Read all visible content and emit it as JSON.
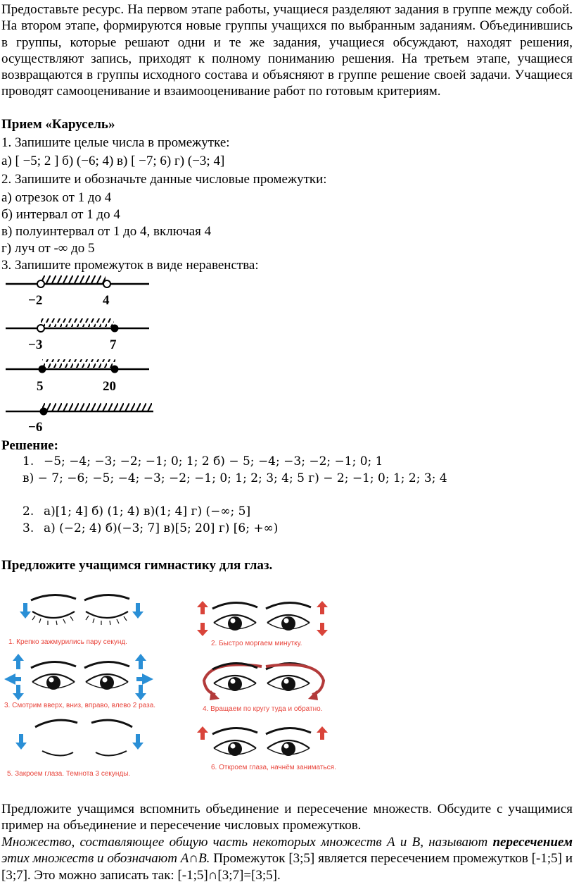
{
  "intro_paragraph": "Предоставьте ресурс. На первом этапе работы, учащиеся разделяют задания в группе между собой. На втором этапе, формируются новые группы учащихся по выбранным заданиям. Объединившись в группы, которые решают одни и те же задания, учащиеся обсуждают, находят решения, осуществляют запись, приходят к полному пониманию решения. На третьем этапе, учащиеся возвращаются в группы исходного состава и объясняют в группе решение своей задачи. Учащиеся проводят самооценивание и взаимооценивание работ по готовым критериям.",
  "carousel": {
    "heading": "Прием «Карусель»",
    "task1_title": "1. Запишите целые числа в промежутке:",
    "task1_items": "а) [ −5;  2 ] б) (−6;  4) в) [ −7;  6) г) (−3;  4]",
    "task2_title": "2. Запишите и обозначьте данные числовые промежутки:",
    "task2_items": [
      "а) отрезок от 1 до 4",
      "б) интервал от 1 до 4",
      "в) полуинтервал от 1 до 4, включая 4",
      "г) луч от -∞ до 5"
    ],
    "task3_title": "3. Запишите промежуток в виде неравенства:",
    "number_lines": [
      {
        "labels": [
          "−2",
          "4"
        ]
      },
      {
        "labels": [
          "−3",
          "7"
        ]
      },
      {
        "labels": [
          "5",
          "20"
        ]
      },
      {
        "labels": [
          "−6"
        ]
      }
    ]
  },
  "solution": {
    "heading": "Решение:",
    "s1_num": "1.",
    "s1_line1": "−5;  −4; −3; −2; −1; 0; 1; 2  б) − 5; −4; −3; −2; −1; 0; 1",
    "s1_line2": "в) − 7; −6; −5; −4; −3; −2; −1; 0; 1; 2; 3; 4; 5  г) − 2; −1; 0; 1; 2; 3; 4",
    "s2_num": "2.",
    "s2_text": "а)[1; 4]     б)  (1; 4)      в)(1; 4]          г) (−∞; 5]",
    "s3_num": "3.",
    "s3_text": "а) (−2; 4) б)(−3; 7]   в)[5; 20]         г) [6; +∞)"
  },
  "gymnastics": {
    "heading": "Предложите учащимся гимнастику для глаз.",
    "steps": [
      "1. Крепко зажмурились пару секунд.",
      "2. Быстро моргаем минутку.",
      "3. Смотрим вверх, вниз, вправо, влево 2 раза.",
      "4. Вращаем по кругу туда и обратно.",
      "5. Закроем глаза. Темнота 3 секунды.",
      "6. Откроем глаза, начнём заниматься."
    ]
  },
  "sets": {
    "discussion": "Предложите учащимся вспомнить объединение и пересечение множеств. Обсудите с учащимися пример на объединение и пересечение числовых промежутков.",
    "def_part1": "Множество, составляющее общую часть некоторых множеств А и В, называют ",
    "def_term": "пересечением",
    "def_part2": " этих множеств и обозначают А∩В.",
    "example": " Промежуток [3;5] является пересечением промежутков [-1;5] и [3;7]. Это можно записать так: [-1;5]∩[3;7]=[3;5]."
  },
  "colors": {
    "arrow_blue": "#2a8fd6",
    "arrow_red": "#d9443a",
    "caption_red": "#e8453c"
  }
}
